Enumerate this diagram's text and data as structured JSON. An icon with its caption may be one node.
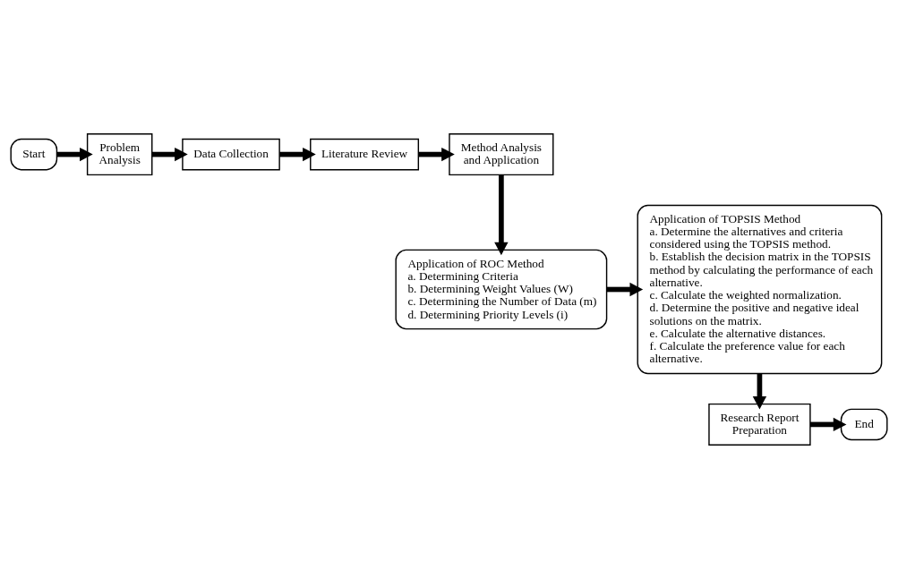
{
  "diagram": {
    "nodes": [
      {
        "text": [
          "Start"
        ]
      },
      {
        "text": [
          "Problem Analysis"
        ]
      },
      {
        "text": [
          "Data Collection"
        ]
      },
      {
        "text": [
          "Literature Review"
        ]
      },
      {
        "text": [
          "Method Analysis and Application"
        ]
      },
      {
        "text": [
          "Application of ROC Method",
          "a. Determining Criteria",
          "b. Determining Weight Values (W)",
          "c. Determining the Number of Data (m)",
          "d. Determining Priority Levels (i)"
        ]
      },
      {
        "text": [
          "Application of TOPSIS Method",
          "a. Determine the alternatives and criteria considered using the TOPSIS method.",
          "b. Establish the decision matrix in the TOPSIS method by calculating the performance of each alternative.",
          "c. Calculate the weighted normalization.",
          "d. Determine the positive and negative ideal solutions on the matrix.",
          "e. Calculate the alternative distances.",
          "f. Calculate the preference value for each alternative."
        ]
      },
      {
        "text": [
          "Research Report Preparation"
        ]
      },
      {
        "text": [
          "End"
        ]
      }
    ],
    "edges": [
      {
        "from": 0,
        "to": 1,
        "arrow": "to"
      },
      {
        "from": 1,
        "to": 2,
        "arrow": "to"
      },
      {
        "from": 2,
        "to": 3,
        "arrow": "to"
      },
      {
        "from": 3,
        "to": 4,
        "arrow": "to"
      },
      {
        "from": 4,
        "to": 5,
        "arrow": "to"
      },
      {
        "from": 5,
        "to": 6,
        "arrow": "to"
      },
      {
        "from": 6,
        "to": 7,
        "arrow": "to"
      },
      {
        "from": 7,
        "to": 8,
        "arrow": "to"
      }
    ]
  }
}
